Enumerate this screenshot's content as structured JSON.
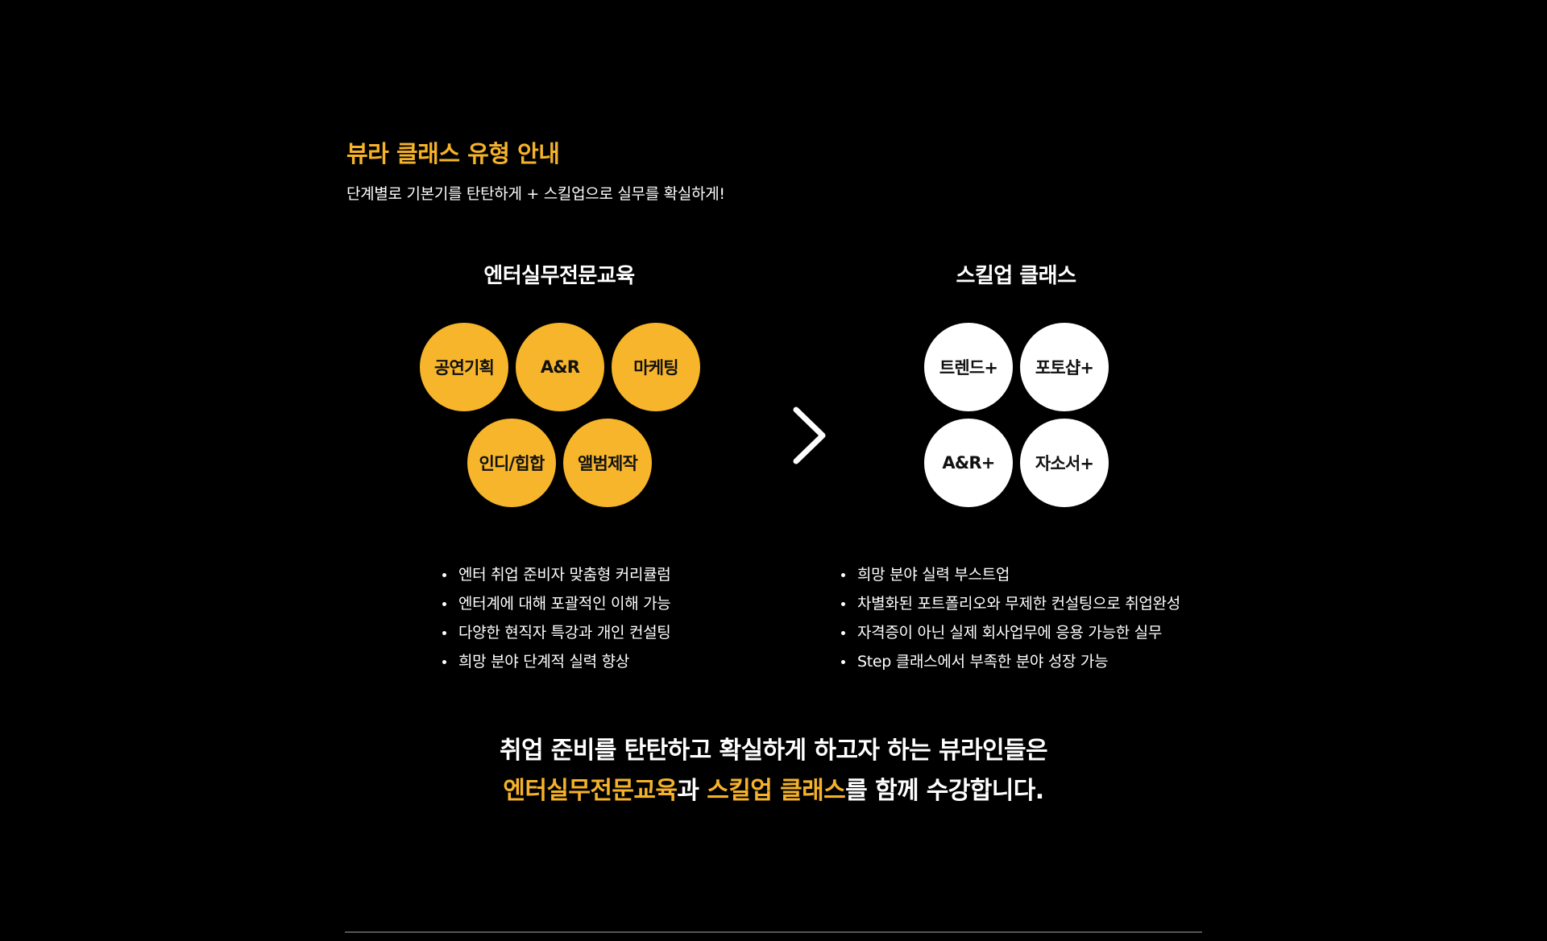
{
  "header": {
    "title": "뷰라 클래스 유형 안내",
    "subtitle": "단계별로 기본기를 탄탄하게 + 스킬업으로 실무를 확실하게!"
  },
  "left_column": {
    "heading": "엔터실무전문교육",
    "circle_color": "#f7b52b",
    "circles": [
      "공연기획",
      "A&R",
      "마케팅",
      "인디/힙합",
      "앨범제작"
    ],
    "bullets": [
      "엔터 취업 준비자 맞춤형 커리큘럼",
      "엔터계에 대해 포괄적인 이해 가능",
      "다양한 현직자 특강과 개인 컨설팅",
      "희망 분야 단계적 실력 향상"
    ]
  },
  "right_column": {
    "heading": "스킬업 클래스",
    "circle_color": "#ffffff",
    "circles": [
      "트렌드+",
      "포토샵+",
      "A&R+",
      "자소서+"
    ],
    "bullets": [
      "희망 분야 실력 부스트업",
      "차별화된 포트폴리오와 무제한 컨설팅으로 취업완성",
      "자격증이 아닌 실제 회사업무에 응용 가능한 실무",
      "Step 클래스에서 부족한 분야 성장 가능"
    ]
  },
  "arrow": {
    "icon": "right-arrow-icon"
  },
  "summary": {
    "line1": "취업 준비를 탄탄하고 확실하게 하고자 하는 뷰라인들은",
    "line2_hl1": "엔터실무전문교육",
    "line2_mid": "과 ",
    "line2_hl2": "스킬업 클래스",
    "line2_end": "를 함께 수강합니다."
  },
  "colors": {
    "background": "#000000",
    "accent": "#f5b22a",
    "text": "#ffffff"
  }
}
